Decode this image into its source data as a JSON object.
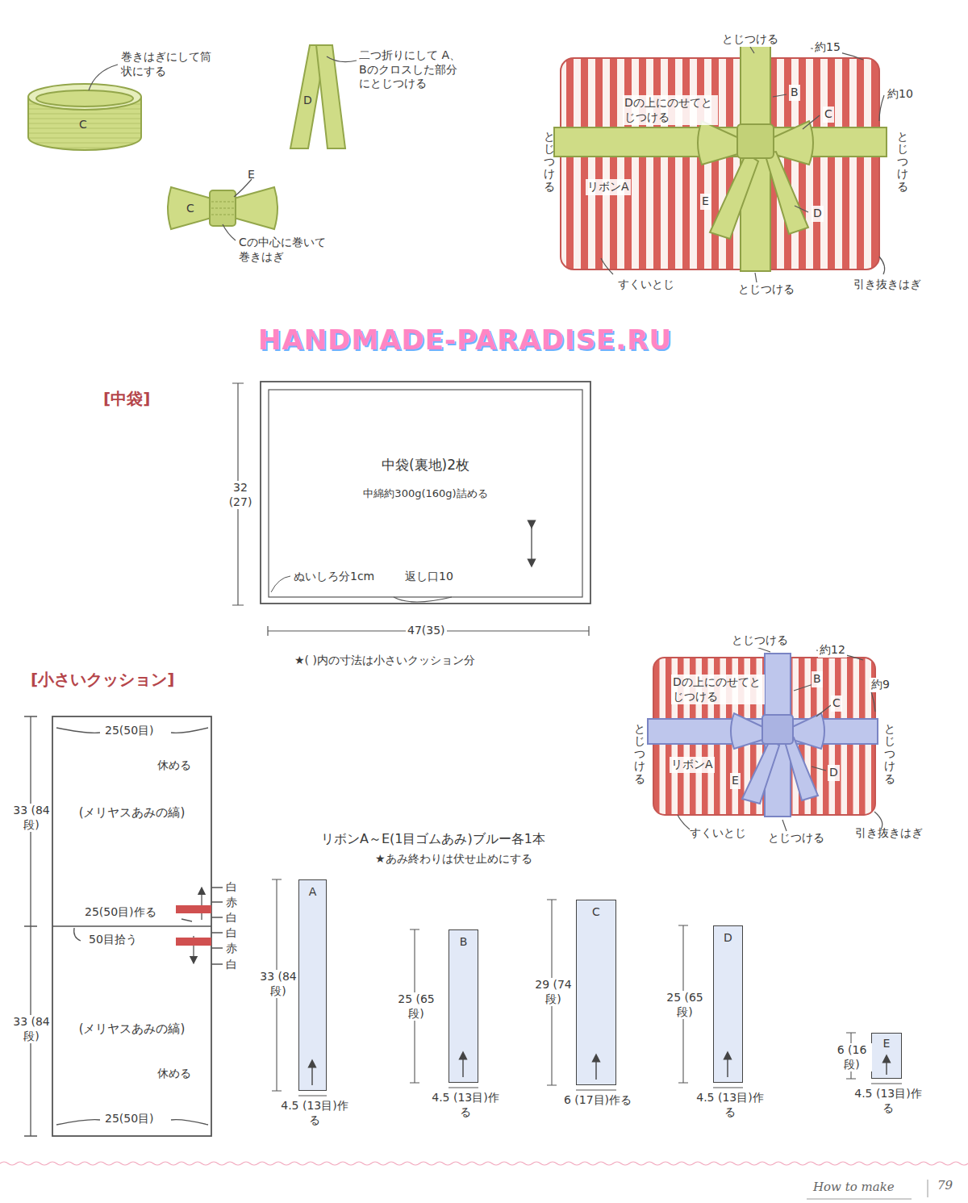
{
  "diagram": {
    "nodes": [
      {
        "text": [
          "中袋(裏地)2枚",
          "中綿約300g(160g)詰める"
        ]
      },
      {
        "text": [
          "(メリヤスあみの縞)"
        ]
      },
      {
        "text": [
          "(メリヤスあみの縞)"
        ]
      },
      {
        "text": [
          "A"
        ]
      },
      {
        "text": [
          "B"
        ]
      },
      {
        "text": [
          "C"
        ]
      },
      {
        "text": [
          "D"
        ]
      },
      {
        "text": [
          "E"
        ]
      }
    ],
    "labels": [
      "巻きはぎにして筒状にする",
      "C",
      "二つ折りにして A、Bのクロスした部分にとじつける",
      "D",
      "E",
      "C",
      "Cの中心に巻いて巻きはぎ",
      "とじつける",
      "約15",
      "約10",
      "Dの上にのせてとじつける",
      "B",
      "C",
      "とじつける",
      "とじつける",
      "リボンA",
      "E",
      "D",
      "すくいとじ",
      "とじつける",
      "引き抜きはぎ",
      "HANDMADE-PARADISE.RU",
      "[中袋]",
      "32 (27)",
      "ぬいしろ分1cm",
      "返し口10",
      "47(35)",
      "★( )内の寸法は小さいクッション分",
      "[小さいクッション]",
      "25(50目)",
      "休める",
      "33 (84段)",
      "25(50目)作る",
      "50目拾う",
      "白",
      "赤",
      "白",
      "白",
      "赤",
      "白",
      "33 (84段)",
      "休める",
      "25(50目)",
      "とじつける",
      "約12",
      "約9",
      "Dの上にのせてとじつける",
      "B",
      "C",
      "とじつける",
      "とじつける",
      "リボンA",
      "E",
      "D",
      "すくいとじ",
      "とじつける",
      "引き抜きはぎ",
      "リボンA～E(1目ゴムあみ)ブルー各1本",
      "★あみ終わりは伏せ止めにする",
      "33 (84段)",
      "4.5 (13目)作る",
      "25 (65段)",
      "4.5 (13目)作る",
      "29 (74段)",
      "6 (17目)作る",
      "25 (65段)",
      "4.5 (13目)作る",
      "6 (16段)",
      "4.5 (13目)作る",
      "How to make",
      "79"
    ]
  }
}
